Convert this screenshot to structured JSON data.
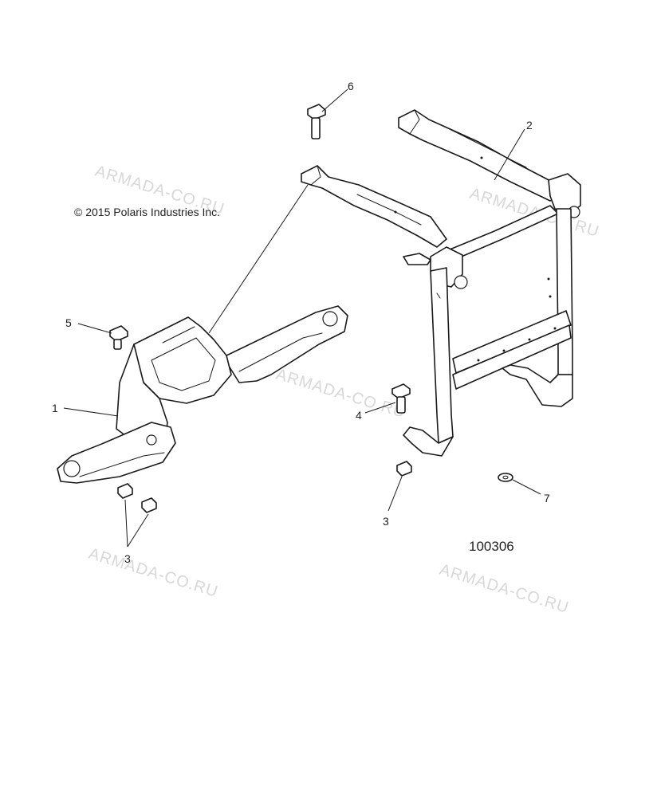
{
  "diagram": {
    "copyright": "© 2015 Polaris Industries Inc.",
    "drawing_number": "100306",
    "watermark": "ARMADA-CO.RU",
    "callouts": [
      "1",
      "2",
      "3",
      "3",
      "4",
      "5",
      "6",
      "7"
    ],
    "parts": [
      {
        "id": "1",
        "name": "front-mount-bracket"
      },
      {
        "id": "2",
        "name": "tubular-frame"
      },
      {
        "id": "3",
        "name": "nut"
      },
      {
        "id": "4",
        "name": "bolt"
      },
      {
        "id": "5",
        "name": "bolt"
      },
      {
        "id": "6",
        "name": "bolt"
      },
      {
        "id": "7",
        "name": "washer"
      }
    ]
  }
}
